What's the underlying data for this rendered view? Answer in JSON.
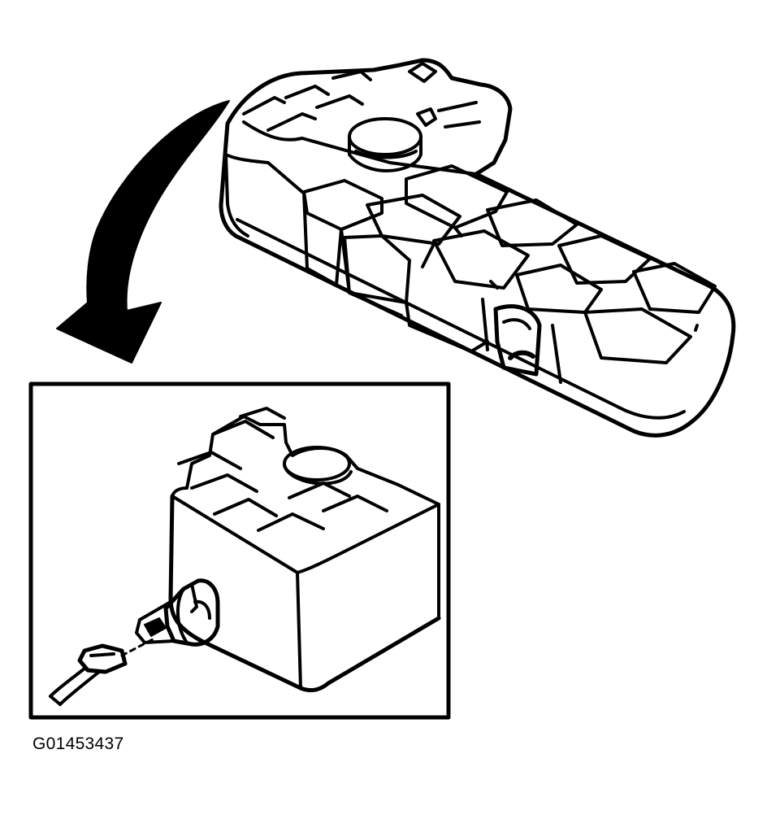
{
  "figure": {
    "id_label": "G01453437",
    "line_color": "#000000",
    "background_color": "#ffffff",
    "parts": {
      "main_view": "coolant-reservoir",
      "cap": "reservoir-cap",
      "arrow": "curved-pointer-arrow",
      "detail_view": "sensor-detail-inset",
      "sensor": "level-sensor",
      "connector": "electrical-connector"
    }
  }
}
